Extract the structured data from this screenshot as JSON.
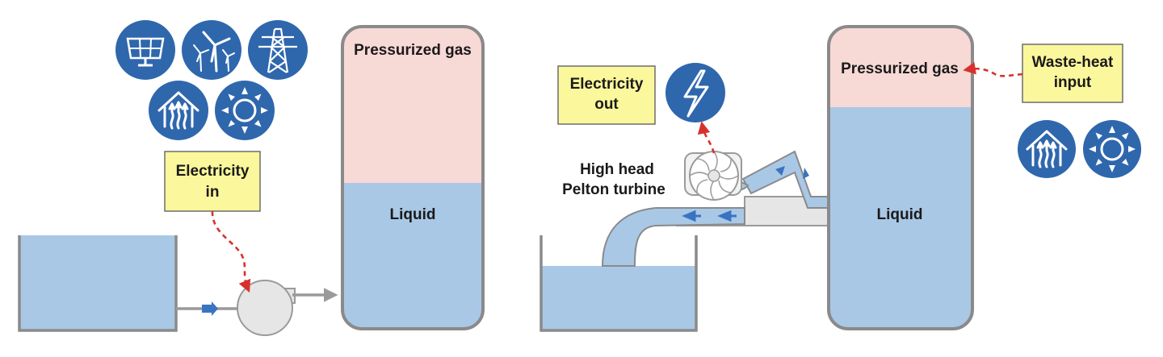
{
  "labels": {
    "gas_left": "Pressurized gas",
    "liquid_left": "Liquid",
    "electricity_in_line1": "Electricity",
    "electricity_in_line2": "in",
    "electricity_out_line1": "Electricity",
    "electricity_out_line2": "out",
    "turbine_line1": "High head",
    "turbine_line2": "Pelton turbine",
    "gas_right": "Pressurized gas",
    "liquid_right": "Liquid",
    "waste_heat_line1": "Waste-heat",
    "waste_heat_line2": "input"
  },
  "icons": {
    "input_sources": [
      "solar-panel-icon",
      "wind-turbine-icon",
      "power-pylon-icon",
      "geothermal-heat-icon",
      "solar-thermal-icon"
    ],
    "output": "lightning-bolt-icon",
    "waste_heat_sources": [
      "geothermal-heat-icon",
      "solar-thermal-icon"
    ]
  },
  "colors": {
    "gas": "#f7d9d6",
    "liquid": "#a9c8e6",
    "icon_blue": "#2f67ad",
    "label_yellow": "#fbf79c",
    "energy_arrow": "#d8312c",
    "flow_arrow": "#3a74c0",
    "tank_outline": "#8a8a8a",
    "machine_grey": "#e6e6e6"
  }
}
